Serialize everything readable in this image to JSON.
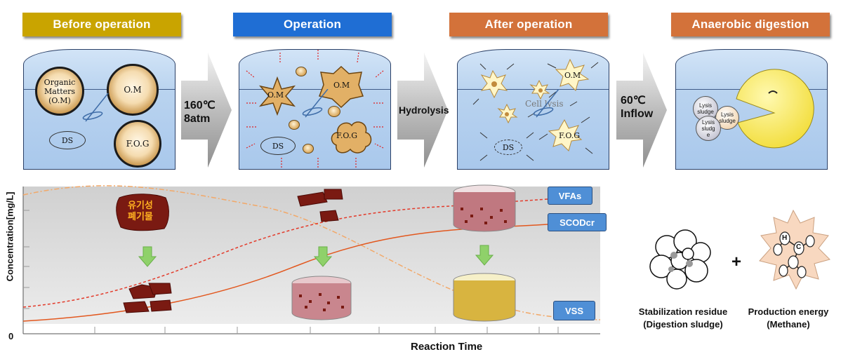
{
  "stages": [
    {
      "label": "Before operation",
      "color": "#c9a400"
    },
    {
      "label": "Operation",
      "color": "#1f6ed4"
    },
    {
      "label": "After operation",
      "color": "#d3723a"
    },
    {
      "label": "Anaerobic digestion",
      "color": "#d3723a"
    }
  ],
  "tank1": {
    "organic": "Organic\nMatters\n(O.M)",
    "om": "O.M",
    "fog": "F.O.G",
    "ds": "DS"
  },
  "tank2": {
    "om1": "O.M",
    "om2": "O.M",
    "fog": "F.O.G",
    "ds": "DS"
  },
  "tank3": {
    "om": "O.M",
    "fog": "F.O.G",
    "ds": "DS",
    "lysis": "Cell lysis"
  },
  "tank4": {
    "sludge1": "Lysis\nsludge",
    "sludge2": "Lysis\nsludge",
    "sludge3": "Lysis\nsludg\ne"
  },
  "arrows": [
    {
      "text": "160℃\n8atm"
    },
    {
      "text": "Hydrolysis"
    },
    {
      "text": "60℃\nInflow"
    }
  ],
  "chart": {
    "ylabel": "Concentration[mg/L]",
    "xlabel": "Reaction Time",
    "zero": "0",
    "waste_label": "유기성\n폐기물",
    "legend": {
      "vfas": "VFAs",
      "scodcr": "SCODcr",
      "vss": "VSS"
    }
  },
  "results": {
    "plus": "+",
    "residue": "Stabilization residue\n(Digestion sludge)",
    "energy": "Production energy\n(Methane)",
    "atom_h": "H",
    "atom_c": "C"
  },
  "colors": {
    "vss_line": "#f2a868",
    "vfa_line": "#e33a2a",
    "scod_line": "#e2571e",
    "chart_bg": "#e3e3e3"
  }
}
